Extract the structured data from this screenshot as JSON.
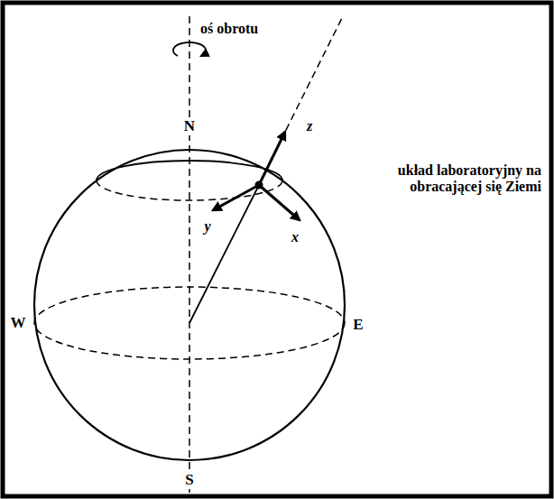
{
  "diagram": {
    "labels": [
      "oś obrotu",
      "N",
      "układ laboratoryjny na obracającej się Ziemi",
      "z",
      "y",
      "x",
      "W",
      "E",
      "S"
    ]
  }
}
